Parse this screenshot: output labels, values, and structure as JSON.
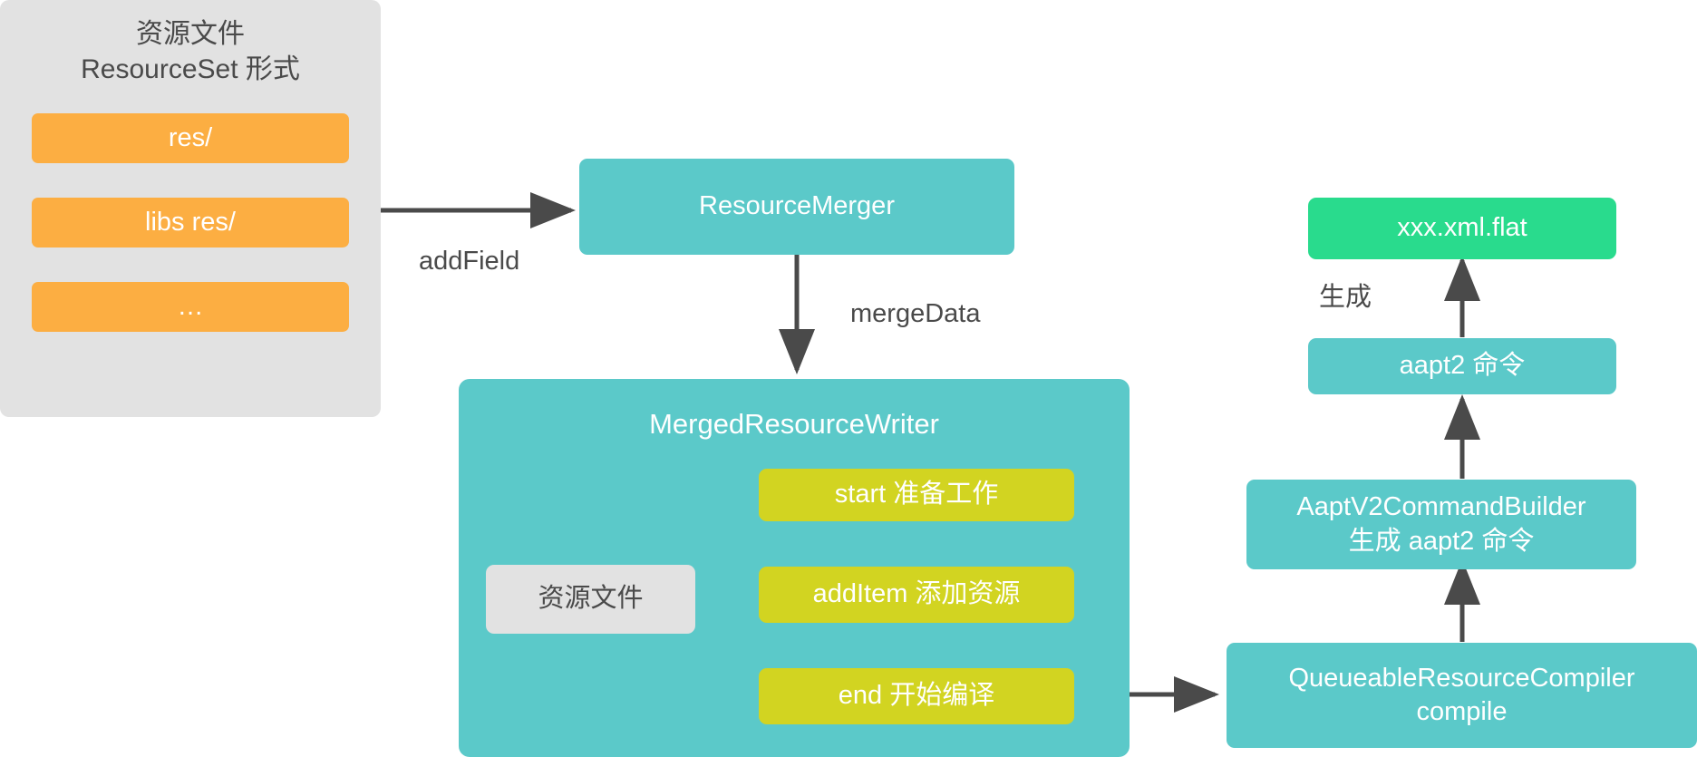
{
  "diagram": {
    "title_text_color": "#4a4a4a",
    "palette": {
      "orange": "#fcae42",
      "teal": "#5bc9c9",
      "lime": "#d2d421",
      "green": "#29db8d",
      "gray": "#e2e2e2",
      "arrow": "#4a4a4a"
    }
  },
  "resource_group": {
    "title": "资源文件\nResourceSet 形式",
    "chips": [
      {
        "label": "res/"
      },
      {
        "label": "libs res/"
      },
      {
        "label": "…"
      }
    ]
  },
  "resource_merger": {
    "label": "ResourceMerger"
  },
  "merged_writer": {
    "title": "MergedResourceWriter",
    "steps": [
      {
        "label": "start 准备工作"
      },
      {
        "label": "addItem 添加资源"
      },
      {
        "label": "end 开始编译"
      }
    ],
    "input_box": {
      "label": "资源文件"
    }
  },
  "right_column": {
    "flat_output": {
      "label": "xxx.xml.flat"
    },
    "aapt2_command": {
      "label": "aapt2 命令"
    },
    "command_builder": {
      "label": "AaptV2CommandBuilder\n生成 aapt2 命令"
    },
    "compiler": {
      "label": "QueueableResourceCompiler\ncompile"
    }
  },
  "edges": [
    {
      "id": "add-field",
      "label": "addField"
    },
    {
      "id": "merge-data",
      "label": "mergeData"
    },
    {
      "id": "generate",
      "label": "生成"
    }
  ]
}
